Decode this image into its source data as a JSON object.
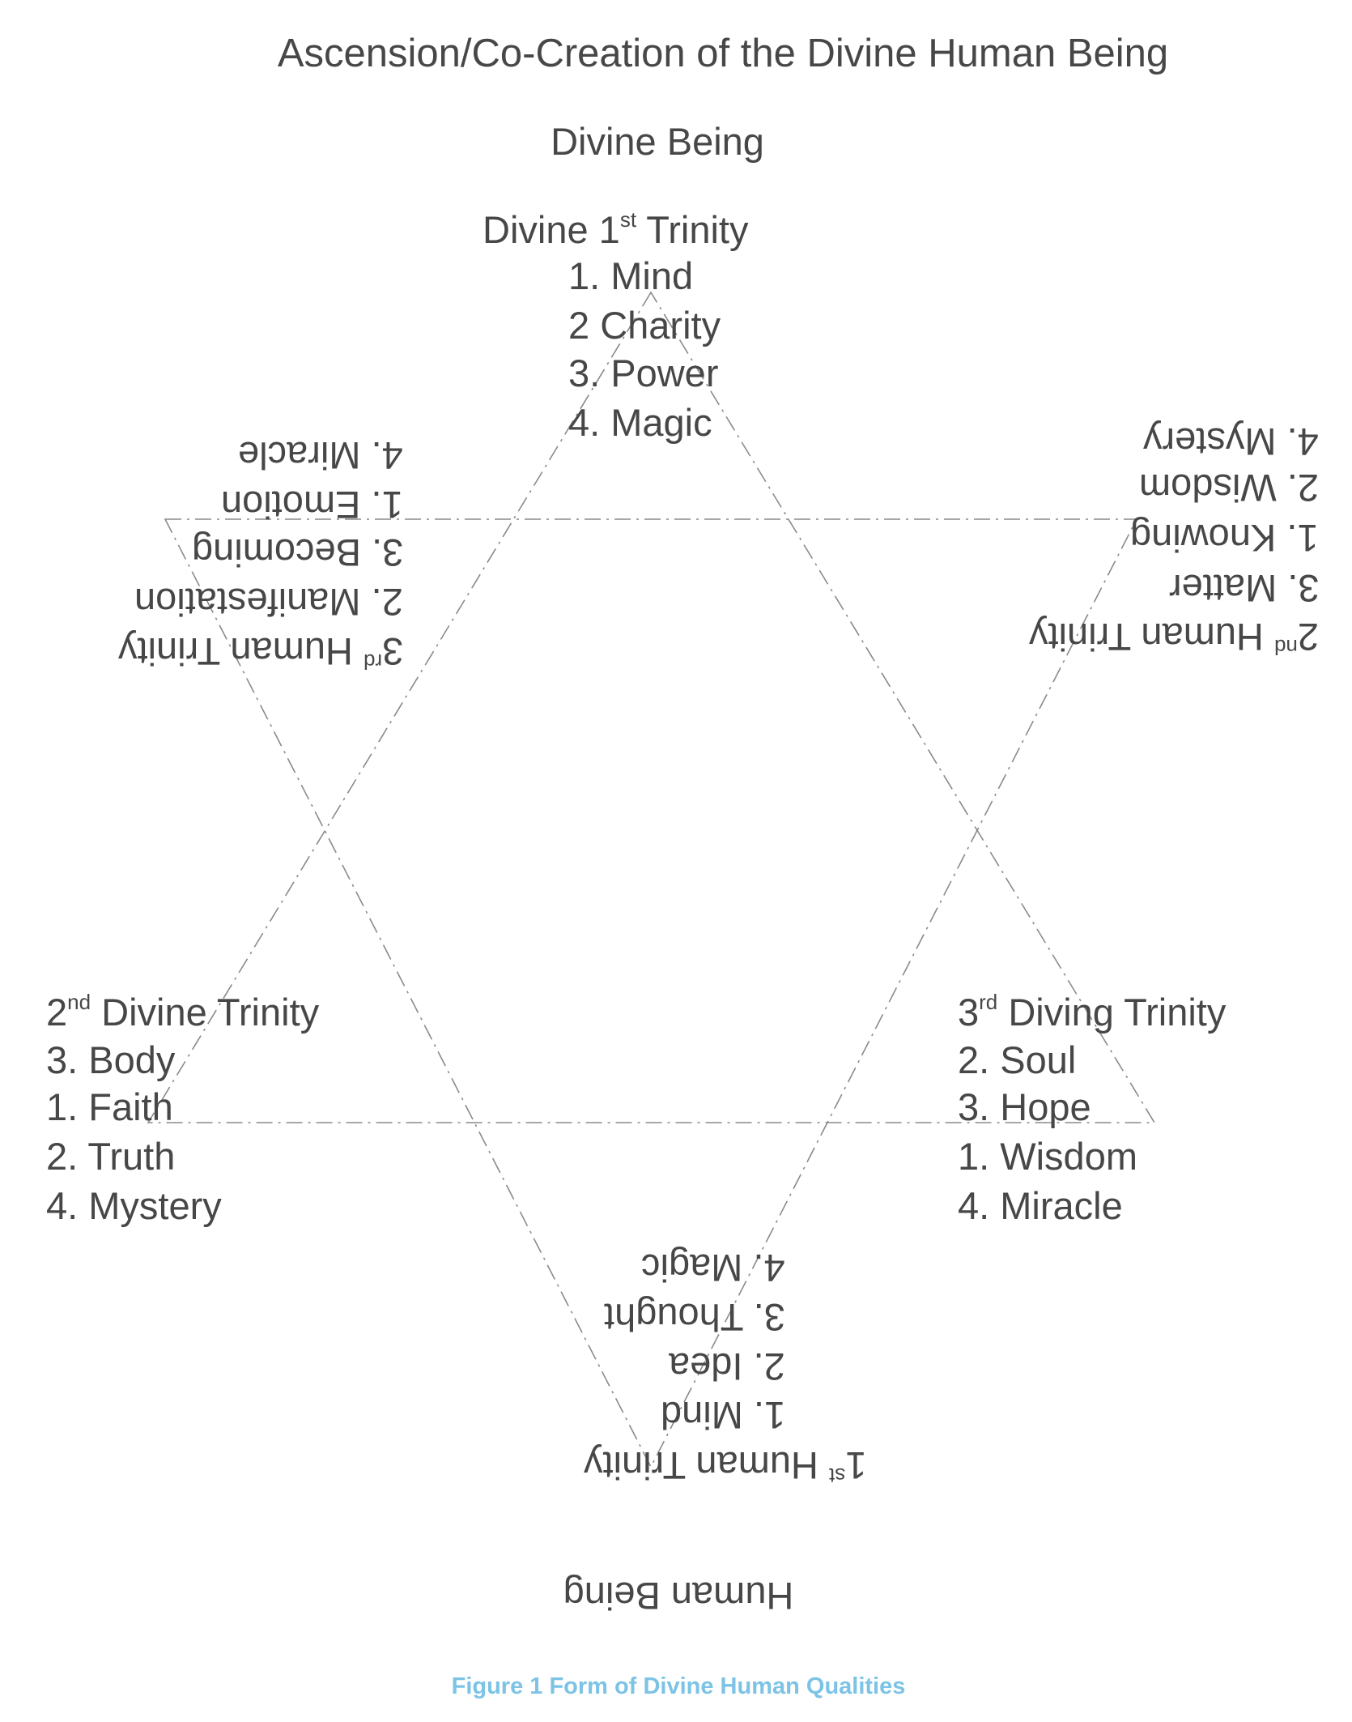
{
  "title": "Ascension/Co-Creation of the Divine Human Being",
  "top_label": "Divine Being",
  "bottom_label": "Human Being",
  "caption": "Figure 1  Form of Divine Human Qualities",
  "divine_1st": {
    "prefix": "Divine ",
    "num": "1",
    "sup": "st",
    "rest": " Trinity",
    "items": [
      "1. Mind",
      "2  Charity",
      "3. Power",
      "4. Magic"
    ]
  },
  "divine_2nd": {
    "prefix": "",
    "num": "2",
    "sup": "nd",
    "rest": " Divine Trinity",
    "items": [
      "3. Body",
      "1. Faith",
      "2. Truth",
      "4. Mystery"
    ]
  },
  "divine_3rd": {
    "prefix": "",
    "num": "3",
    "sup": "rd",
    "rest": " Diving Trinity",
    "items": [
      "2. Soul",
      "3. Hope",
      "1. Wisdom",
      "4. Miracle"
    ]
  },
  "human_1st": {
    "num": "1",
    "sup": "st",
    "rest": " Human Trinity",
    "items": [
      "1. Mind",
      "2. Idea",
      "3. Thought",
      "4. Magic"
    ]
  },
  "human_2nd": {
    "num": "2",
    "sup": "nd",
    "rest": " Human Trinity",
    "items": [
      "3. Matter",
      "1. Knowing",
      "2. Wisdom",
      "4. Mystery"
    ]
  },
  "human_3rd": {
    "num": "3",
    "sup": "rd",
    "rest": " Human Trinity",
    "items": [
      "2. Manifestation",
      "3. Becoming",
      "1. Emotion",
      "4. Miracle"
    ]
  },
  "colors": {
    "text": "#474747",
    "lines": "#8a8a8a",
    "caption": "#7cc3e6"
  }
}
